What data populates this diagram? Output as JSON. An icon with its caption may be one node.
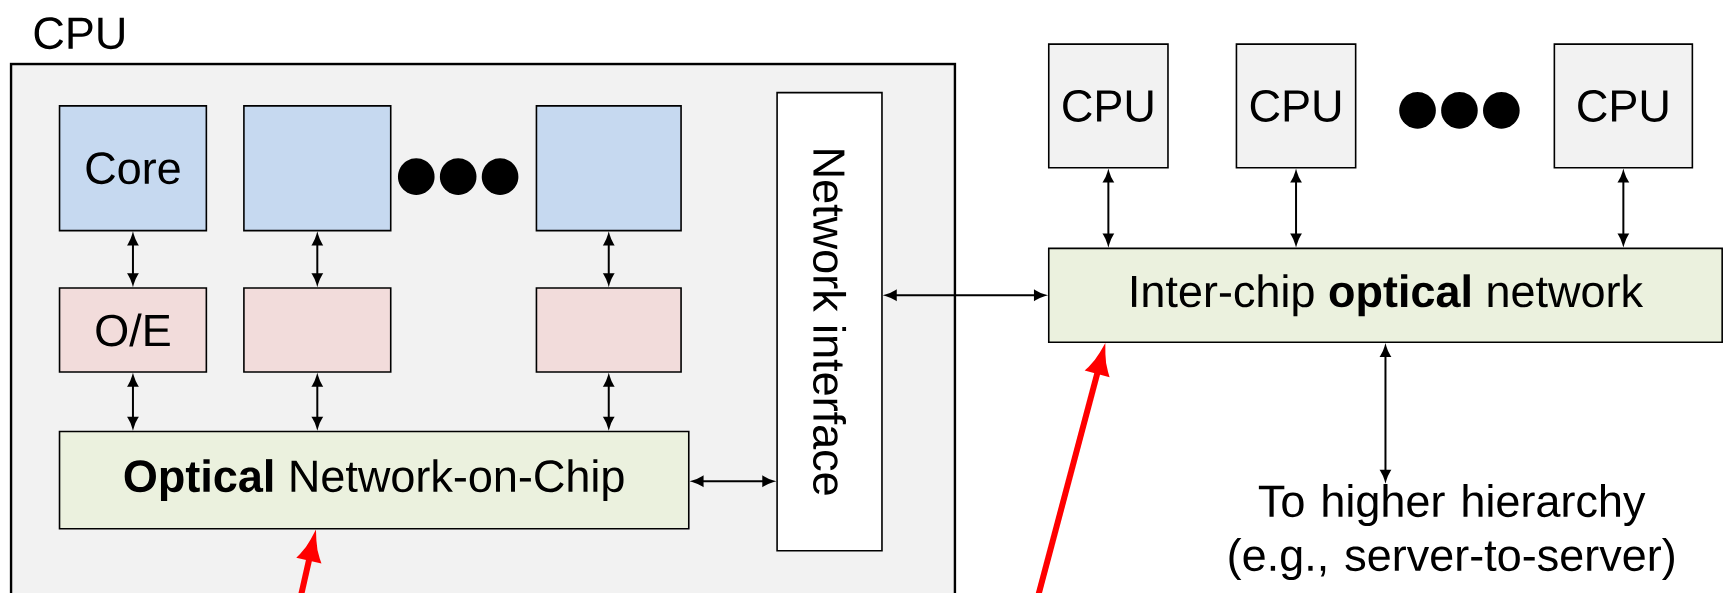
{
  "diagram": {
    "nodes": [
      {
        "text": [
          "CPU"
        ]
      },
      {
        "text": [
          "Core"
        ],
        "in": 0
      },
      {
        "text": [],
        "shape": "box",
        "in": 0
      },
      {
        "text": [],
        "shape": "box",
        "in": 0
      },
      {
        "text": [
          "O/E"
        ],
        "in": 0
      },
      {
        "text": [],
        "shape": "box",
        "in": 0
      },
      {
        "text": [],
        "shape": "box",
        "in": 0
      },
      {
        "text": [
          "**Optical** Network-on-Chip"
        ],
        "in": 0
      },
      {
        "text": [
          "Network interface"
        ],
        "in": 0
      },
      {
        "text": [
          "CPU"
        ]
      },
      {
        "text": [
          "CPU"
        ]
      },
      {
        "text": [
          "CPU"
        ]
      },
      {
        "text": [
          "Inter-chip **optical** network"
        ]
      },
      {
        "text": [
          "To higher hierarchy (e.g., server-to-server)"
        ]
      }
    ],
    "edges": [
      {
        "from": 1,
        "to": 4,
        "arrow": "both"
      },
      {
        "from": 2,
        "to": 5,
        "arrow": "both"
      },
      {
        "from": 3,
        "to": 6,
        "arrow": "both"
      },
      {
        "from": 4,
        "to": 7,
        "arrow": "both"
      },
      {
        "from": 5,
        "to": 7,
        "arrow": "both"
      },
      {
        "from": 6,
        "to": 7,
        "arrow": "both"
      },
      {
        "from": 7,
        "to": 8,
        "arrow": "both"
      },
      {
        "from": 8,
        "to": 12,
        "arrow": "both"
      },
      {
        "from": 9,
        "to": 12,
        "arrow": "both"
      },
      {
        "from": 10,
        "to": 12,
        "arrow": "both"
      },
      {
        "from": 11,
        "to": 12,
        "arrow": "both"
      },
      {
        "from": 12,
        "to": 13,
        "arrow": "both"
      },
      {
        "from": null,
        "to": 7,
        "arrow": "to",
        "style": "thick",
        "color": "#ff0000"
      },
      {
        "from": null,
        "to": 12,
        "arrow": "to",
        "style": "thick",
        "color": "#ff0000"
      }
    ],
    "labels": [
      "●●●",
      "●●●"
    ]
  }
}
